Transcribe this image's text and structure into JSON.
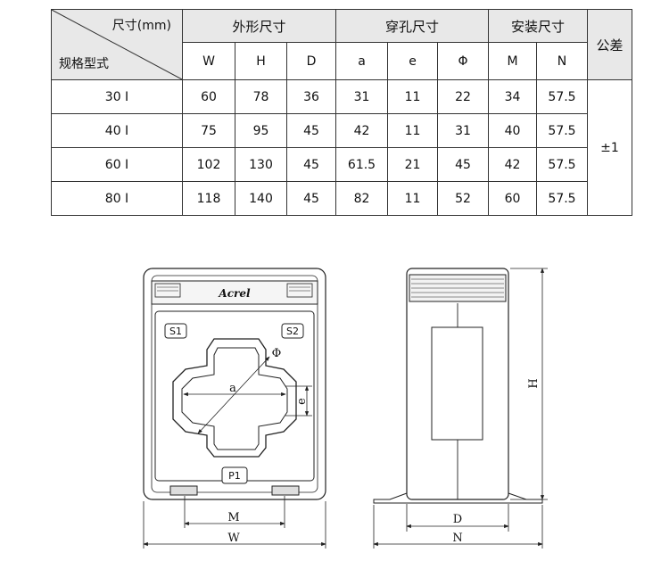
{
  "table": {
    "corner_top": "尺寸(mm)",
    "corner_bottom": "规格型式",
    "groups": {
      "outline": "外形尺寸",
      "hole": "穿孔尺寸",
      "mount": "安装尺寸",
      "tolerance": "公差"
    },
    "columns": [
      "W",
      "H",
      "D",
      "a",
      "e",
      "Φ",
      "M",
      "N"
    ],
    "tolerance_value": "±1",
    "rows": [
      {
        "model": "30 I",
        "W": "60",
        "H": "78",
        "D": "36",
        "a": "31",
        "e": "11",
        "phi": "22",
        "M": "34",
        "N": "57.5"
      },
      {
        "model": "40 I",
        "W": "75",
        "H": "95",
        "D": "45",
        "a": "42",
        "e": "11",
        "phi": "31",
        "M": "40",
        "N": "57.5"
      },
      {
        "model": "60 I",
        "W": "102",
        "H": "130",
        "D": "45",
        "a": "61.5",
        "e": "21",
        "phi": "45",
        "M": "42",
        "N": "57.5"
      },
      {
        "model": "80 I",
        "W": "118",
        "H": "140",
        "D": "45",
        "a": "82",
        "e": "11",
        "phi": "52",
        "M": "60",
        "N": "57.5"
      }
    ]
  },
  "drawing": {
    "brand": "Acrel",
    "terminal_s1": "S1",
    "terminal_s2": "S2",
    "terminal_p1": "P1",
    "dim_a": "a",
    "dim_e": "e",
    "dim_phi": "Φ",
    "dim_m": "M",
    "dim_w": "W",
    "dim_d": "D",
    "dim_n": "N",
    "dim_h": "H"
  }
}
